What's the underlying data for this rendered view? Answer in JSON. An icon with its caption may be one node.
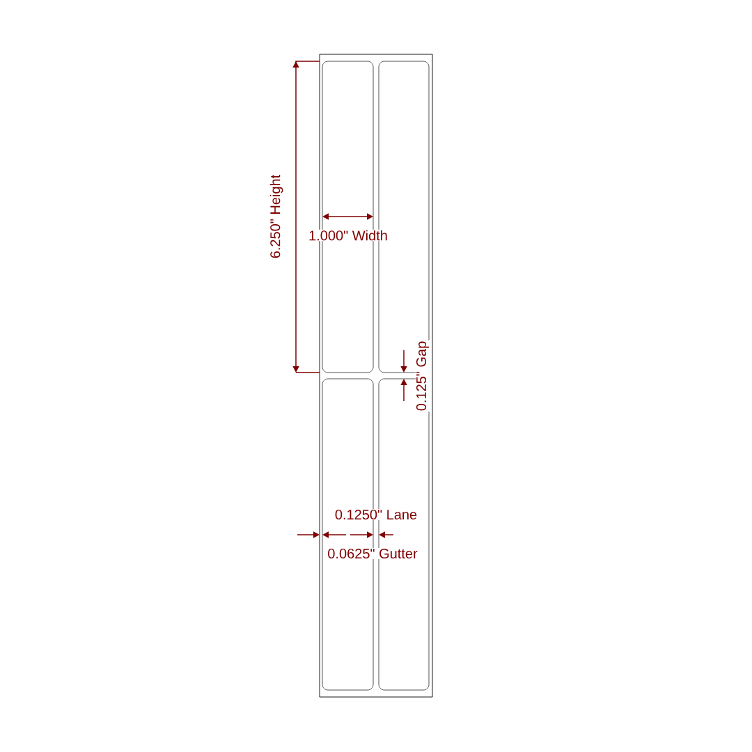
{
  "diagram": {
    "labels": [
      "6.250\" Height",
      "1.000\" Width",
      "0.125\" Gap",
      "0.1250\" Lane",
      "0.0625\" Gutter"
    ]
  }
}
